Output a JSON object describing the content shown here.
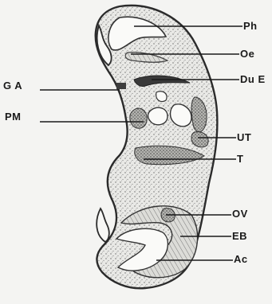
{
  "figure": {
    "labels": {
      "ph": "Ph",
      "oe": "Oe",
      "due": "Du E",
      "ga": "G A",
      "pm": "PM",
      "ut": "UT",
      "t": "T",
      "ov": "OV",
      "eb": "EB",
      "ac": "Ac"
    }
  }
}
